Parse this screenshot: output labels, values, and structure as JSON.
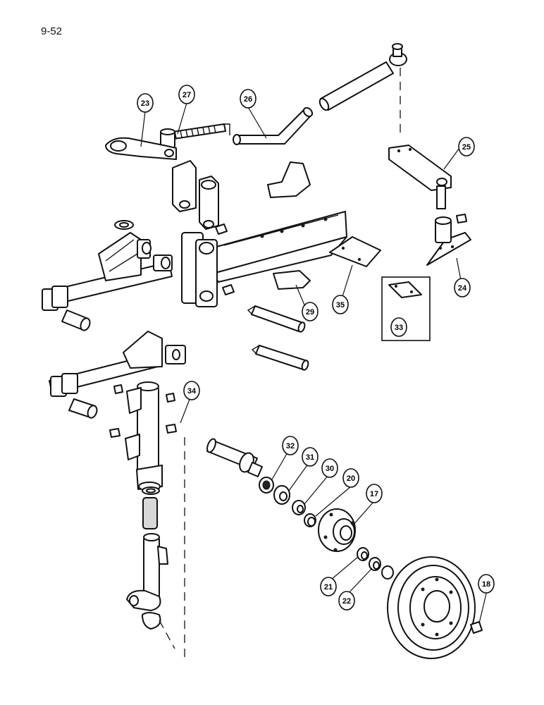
{
  "page_number": "9-52",
  "callouts": [
    {
      "id": "c17",
      "label": "17"
    },
    {
      "id": "c18",
      "label": "18"
    },
    {
      "id": "c20",
      "label": "20"
    },
    {
      "id": "c21",
      "label": "21"
    },
    {
      "id": "c22",
      "label": "22"
    },
    {
      "id": "c23",
      "label": "23"
    },
    {
      "id": "c24",
      "label": "24"
    },
    {
      "id": "c25",
      "label": "25"
    },
    {
      "id": "c26",
      "label": "26"
    },
    {
      "id": "c27",
      "label": "27"
    },
    {
      "id": "c29",
      "label": "29"
    },
    {
      "id": "c30",
      "label": "30"
    },
    {
      "id": "c31",
      "label": "31"
    },
    {
      "id": "c32",
      "label": "32"
    },
    {
      "id": "c33",
      "label": "33"
    },
    {
      "id": "c34",
      "label": "34"
    },
    {
      "id": "c35",
      "label": "35"
    }
  ]
}
